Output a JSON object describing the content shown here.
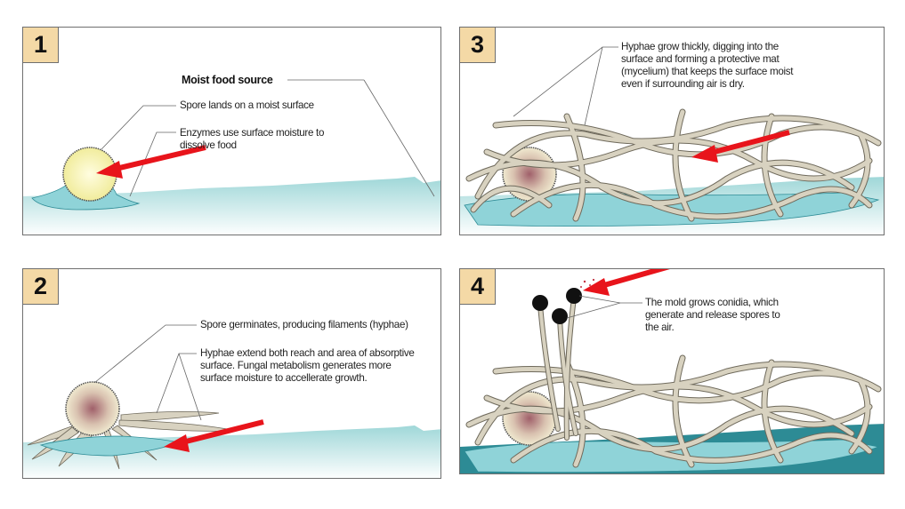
{
  "panels": [
    {
      "step": "1",
      "captions": {
        "food_source": "Moist food source",
        "spore_lands": "Spore lands on a moist surface",
        "enzymes_line1": "Enzymes use surface moisture to",
        "enzymes_line2": "dissolve food"
      }
    },
    {
      "step": "2",
      "captions": {
        "germinates": "Spore germinates, producing filaments (hyphae)",
        "extend_line1": "Hyphae extend both reach and area of absorptive",
        "extend_line2": "surface. Fungal metabolism generates more",
        "extend_line3": "surface moisture to accellerate growth."
      }
    },
    {
      "step": "3",
      "captions": {
        "line1": "Hyphae grow thickly, digging into the",
        "line2": "surface and forming a protective mat",
        "line3": "(mycelium) that keeps the surface moist",
        "line4": "even if surrounding air is dry."
      }
    },
    {
      "step": "4",
      "captions": {
        "line1": "The mold grows conidia, which",
        "line2": "generate and release spores to",
        "line3": "the air."
      }
    }
  ],
  "colors": {
    "badge": "#f4d9a6",
    "arrow": "#e8141b",
    "moisture": "#8fd3d8",
    "moisture_dark": "#2d8b95",
    "hyphae": "#d8d2c0",
    "hyphae_outline": "#6f6a5c",
    "spore_fill": "#f9f6c0",
    "conidia": "#111111"
  }
}
